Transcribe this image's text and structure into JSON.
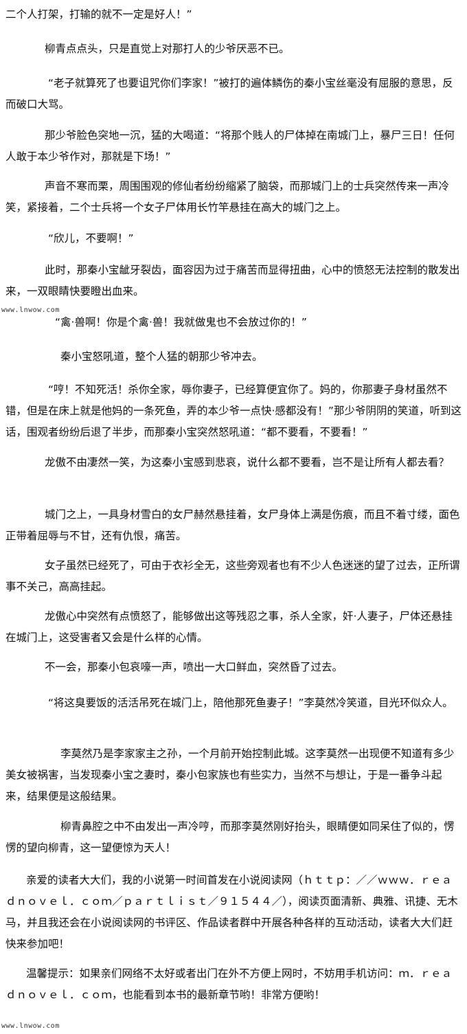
{
  "watermark": "www.lnwow.com",
  "paragraphs": [
    "二个人打架，打输的就不一定是好人！”",
    "柳青点点头，只是直觉上对那打人的少爷厌恶不已。",
    "“老子就算死了也要诅咒你们李家！”被打的遍体鳞伤的秦小宝丝毫没有屈服的意思，反而破口大骂。",
    "那少爷脸色突地一沉，猛的大喝道：“将那个贱人的尸体掉在南城门上，暴尸三日！任何人敢于本少爷作对，那就是下场！”",
    "声音不寒而栗，周围围观的修仙者纷纷缩紧了脑袋，而那城门上的士兵突然传来一声冷笑，紧接着，二个士兵将一个女子尸体用长竹竿悬挂在高大的城门之上。",
    "“欣儿，不要啊！”",
    "此时，那秦小宝龇牙裂齿，面容因为过于痛苦而显得扭曲，心中的愤怒无法控制的散发出来，一双眼睛快要瞪出血来。",
    "“禽·兽啊！你是个禽·兽！我就做鬼也不会放过你的！”",
    "秦小宝怒吼道，整个人猛的朝那少爷冲去。",
    "“哼！不知死活！杀你全家，辱你妻子，已经算便宜你了。妈的，你那妻子身材虽然不错，但是在床上就是他妈的一条死鱼，弄的本少爷一点快·感都没有！”那少爷阴阴的笑道，听到这话，围观者纷纷后退了半步，而那秦小宝突然怒吼道：“都不要看，不要看！”",
    "龙傲不由凄然一笑，为这秦小宝感到悲哀，说什么都不要看，岂不是让所有人都去看？",
    "城门之上，一具身材雪白的女尸赫然悬挂着，女尸身体上满是伤痕，而且不着寸缕，面色正带着屈辱与不甘，还有仇恨，痛苦。",
    "女子虽然已经死了，可由于衣衫全无，这些旁观者也有不少人色迷迷的望了过去，正所谓事不关己，高高挂起。",
    "龙傲心中突然有点愤怒了，能够做出这等残忍之事，杀人全家，奸·人妻子，尸体还悬挂在城门上，这受害者又会是什么样的心情。",
    "不一会，那秦小包哀嚎一声，喷出一大口鲜血，突然昏了过去。",
    "“将这臭要饭的活活吊死在城门上，陪他那死鱼妻子！”李莫然冷笑道，目光环似众人。",
    "李莫然乃是李家家主之孙，一个月前开始控制此城。这李莫然一出现便不知道有多少美女被祸害，当发现秦小宝之妻时，秦小包家族也有些实力，当然不与想让，于是一番争斗起来，结果便是这般结果。",
    "柳青鼻腔之中不由发出一声冷哼，而那李莫然刚好抬头，眼睛便如同呆住了似的，愣愣的望向柳青，这一望便惊为天人！",
    "亲爱的读者大大们，我的小说第一时间首发在小说阅读网（ｈｔｔｐ：／／ｗｗｗ．ｒｅａｄｎｏｖｅｌ．ｃｏｍ／ｐａｒｔｌｉｓｔ／９１５４４／），阅读页面清新、典雅、讯捷、无木马，并且我还会在小说阅读网的书评区、作品读者群中开展各种各样的互动活动，读者大大们赶快来参加吧！",
    "温馨提示：如果亲们网络不太好或者出门在外不方便上网时，不妨用手机访问：ｍ．ｒｅａｄｎｏｖｅｌ．ｃｏｍ，也能看到本书的最新章节哟！非常方便哟！"
  ]
}
